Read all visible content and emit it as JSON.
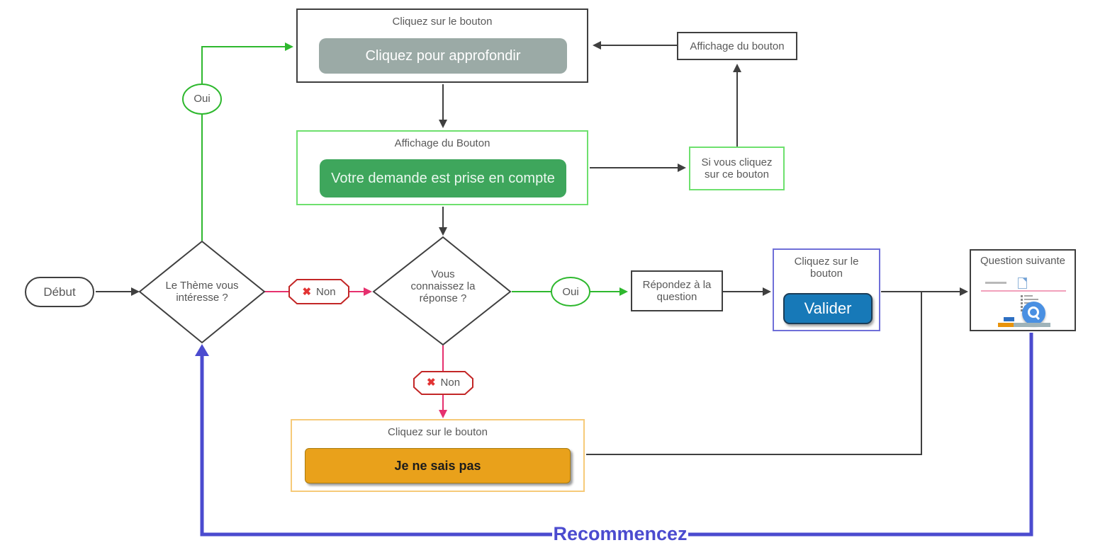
{
  "colors": {
    "connector_dark": "#3f3f3f",
    "connector_green": "#2eb82e",
    "connector_pink": "#e6306e",
    "return_blue": "#4b4bcf",
    "green_box_border": "#6ee06e",
    "blue_box_border": "#6f6fd8",
    "orange_box_border": "#f6ca79",
    "badge_red_border": "#c32727",
    "gray_button_bg": "#9baaa6",
    "green_button_bg": "#3ea65c",
    "valider_button_bg": "#1779b8",
    "orange_button_bg": "#e9a11b"
  },
  "nodes": {
    "approfondir_box": {
      "title": "Cliquez sur le bouton",
      "button_label": "Cliquez pour approfondir"
    },
    "affichage_bouton_box": {
      "label": "Affichage du bouton"
    },
    "demande_box": {
      "title": "Affichage du Bouton",
      "button_label": "Votre demande est prise en compte"
    },
    "si_cliquez_box": {
      "label": "Si vous cliquez\nsur ce bouton"
    },
    "debut": {
      "label": "Début"
    },
    "theme_diamond": {
      "label": "Le Thème vous\nintéresse ?"
    },
    "oui_theme": {
      "label": "Oui"
    },
    "non_theme": {
      "label": "Non",
      "icon": "✖"
    },
    "reponse_diamond": {
      "label": "Vous\nconnaissez la\nréponse ?"
    },
    "oui_reponse": {
      "label": "Oui"
    },
    "non_reponse": {
      "label": "Non",
      "icon": "✖"
    },
    "repondez_box": {
      "label": "Répondez à la\nquestion"
    },
    "valider_box": {
      "title": "Cliquez sur le\nbouton",
      "button_label": "Valider"
    },
    "question_suivante_box": {
      "title": "Question suivante"
    },
    "je_ne_sais_pas_box": {
      "title": "Cliquez sur le bouton",
      "button_label": "Je ne sais pas"
    }
  },
  "footer": {
    "recommencez": "Recommencez"
  }
}
